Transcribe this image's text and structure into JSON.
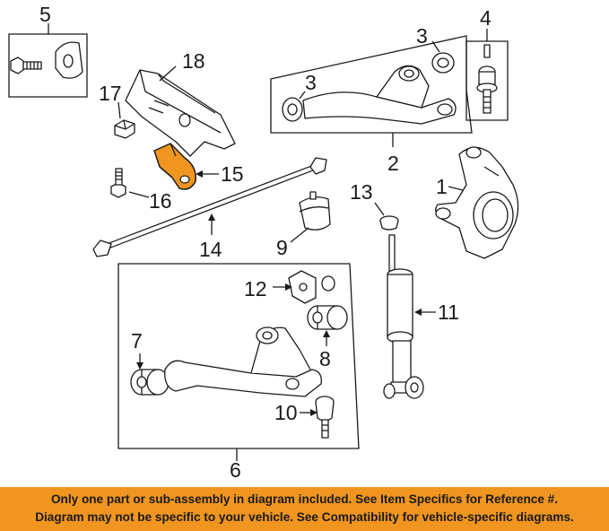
{
  "callouts": {
    "c1": "1",
    "c2": "2",
    "c3a": "3",
    "c3b": "3",
    "c4": "4",
    "c5": "5",
    "c6": "6",
    "c7": "7",
    "c8": "8",
    "c9": "9",
    "c10": "10",
    "c11": "11",
    "c12": "12",
    "c13": "13",
    "c14": "14",
    "c15": "15",
    "c16": "16",
    "c17": "17",
    "c18": "18"
  },
  "highlighted_part": "15",
  "colors": {
    "highlight": "#f0951f",
    "banner": "#f0951f",
    "line": "#1a1a1a"
  },
  "notice": {
    "line1": "Only one part or sub-assembly in diagram included. See Item Specifics for Reference #.",
    "line2": "Diagram may not be specific to your vehicle. See Compatibility for vehicle-specific diagrams."
  }
}
